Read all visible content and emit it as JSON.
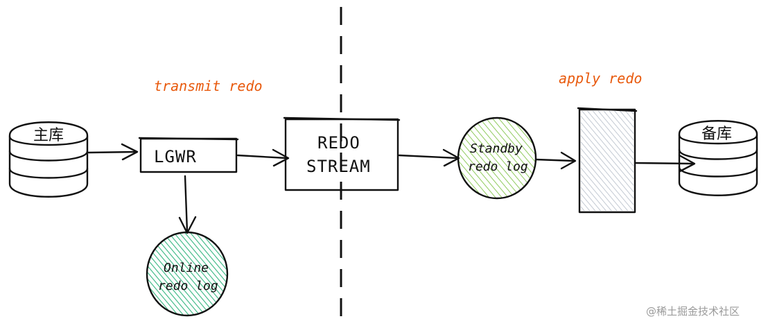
{
  "labels": {
    "transmit": "transmit redo",
    "apply": "apply redo"
  },
  "nodes": {
    "primary_db": "主库",
    "lgwr": "LGWR",
    "redo_stream_line1": "REDO",
    "redo_stream_line2": "STREAM",
    "standby_log_line1": "Standby",
    "standby_log_line2": "redo log",
    "online_log_line1": "Online",
    "online_log_line2": "redo log",
    "standby_db": "备库"
  },
  "watermark": "@稀土掘金技术社区",
  "colors": {
    "annotation": "#e8590c",
    "standby_fill": "#8bc34a",
    "online_fill": "#2ab37a",
    "apply_fill": "#b0b8c4",
    "stroke": "#111111"
  }
}
